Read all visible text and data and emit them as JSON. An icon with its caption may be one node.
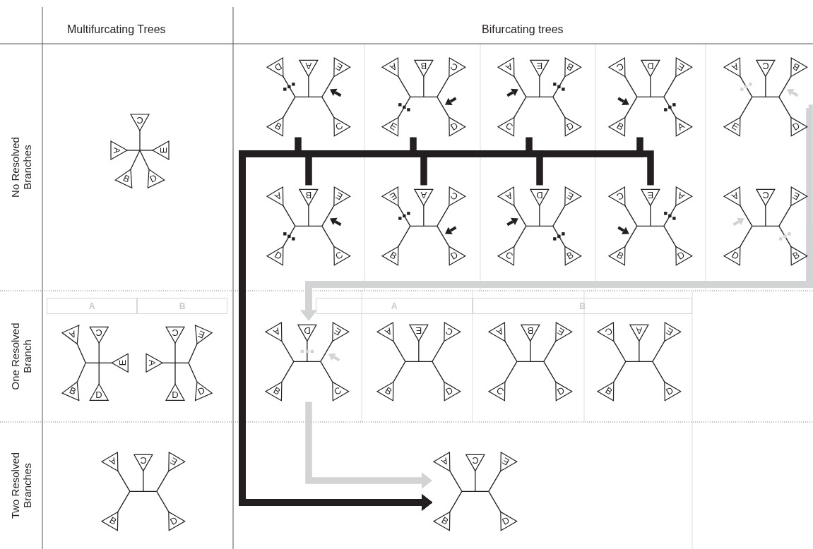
{
  "diagram": {
    "nodes": [
      {
        "text": [
          "C",
          "A",
          "E",
          "B",
          "D"
        ]
      },
      {
        "text": [
          "D",
          "A",
          "E",
          "B",
          "C"
        ]
      },
      {
        "text": [
          "A",
          "B",
          "C",
          "E",
          "D"
        ]
      },
      {
        "text": [
          "A",
          "E",
          "B",
          "C",
          "D"
        ]
      },
      {
        "text": [
          "C",
          "D",
          "E",
          "B",
          "A"
        ]
      },
      {
        "text": [
          "A",
          "C",
          "B",
          "E",
          "D"
        ]
      },
      {
        "text": [
          "A",
          "B",
          "E",
          "D",
          "C"
        ]
      },
      {
        "text": [
          "E",
          "A",
          "C",
          "B",
          "D"
        ]
      },
      {
        "text": [
          "A",
          "D",
          "E",
          "C",
          "B"
        ]
      },
      {
        "text": [
          "C",
          "E",
          "A",
          "B",
          "D"
        ]
      },
      {
        "text": [
          "A",
          "C",
          "E",
          "D",
          "B"
        ]
      },
      {
        "text": [
          "A"
        ]
      },
      {
        "text": [
          "B"
        ]
      },
      {
        "text": [
          "A"
        ]
      },
      {
        "text": [
          "B"
        ]
      },
      {
        "text": [
          "A",
          "C",
          "E",
          "B",
          "D"
        ]
      },
      {
        "text": [
          "A",
          "C",
          "E",
          "D",
          "D"
        ]
      },
      {
        "text": [
          "A",
          "D",
          "E",
          "B",
          "C"
        ]
      },
      {
        "text": [
          "A",
          "E",
          "C",
          "B",
          "D"
        ]
      },
      {
        "text": [
          "A",
          "B",
          "E",
          "C",
          "D"
        ]
      },
      {
        "text": [
          "C",
          "A",
          "E",
          "B",
          "D"
        ]
      },
      {
        "text": [
          "A",
          "C",
          "E",
          "B",
          "D"
        ]
      },
      {
        "text": [
          "A",
          "C",
          "E",
          "B",
          "D"
        ]
      }
    ],
    "edges": [
      {
        "from": 1,
        "to": 22,
        "arrow": "to"
      },
      {
        "from": 2,
        "to": 22,
        "arrow": "to"
      },
      {
        "from": 3,
        "to": 22,
        "arrow": "to"
      },
      {
        "from": 4,
        "to": 22,
        "arrow": "to"
      },
      {
        "from": 6,
        "to": 22,
        "arrow": "to"
      },
      {
        "from": 7,
        "to": 22,
        "arrow": "to"
      },
      {
        "from": 8,
        "to": 22,
        "arrow": "to"
      },
      {
        "from": 9,
        "to": 22,
        "arrow": "to"
      },
      {
        "from": 5,
        "to": 17,
        "arrow": "to",
        "color": "#d1d3d4"
      },
      {
        "from": 10,
        "to": 17,
        "arrow": "to",
        "color": "#d1d3d4"
      },
      {
        "from": 17,
        "to": 22,
        "arrow": "to",
        "color": "#d1d3d4"
      }
    ],
    "labels": [
      "Multifurcating Trees",
      "Bifurcating trees",
      "No Resolved Branches",
      "One Resolved Branch",
      "Two Resolved Branches"
    ]
  }
}
